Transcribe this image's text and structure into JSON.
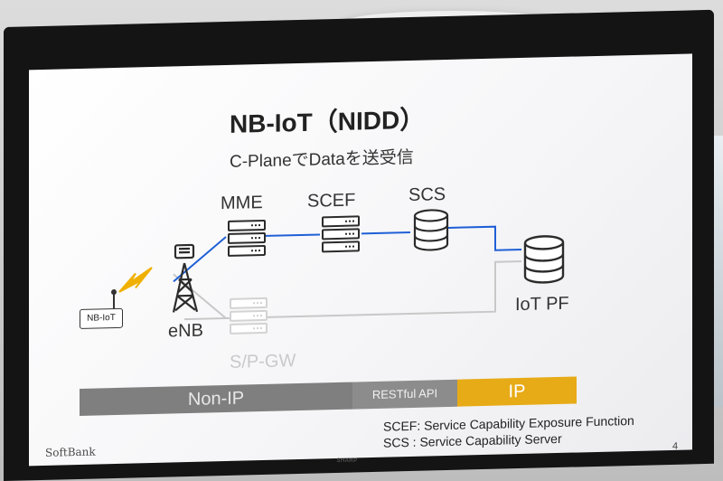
{
  "slide": {
    "title": "NB-IoT（NIDD）",
    "subtitle": "C-PlaneでDataを送受信",
    "nodes": {
      "mme": "MME",
      "scef": "SCEF",
      "scs": "SCS",
      "enb": "eNB",
      "iot_pf": "IoT PF",
      "spgw": "S/P-GW",
      "device": "NB-IoT"
    },
    "bars": {
      "non_ip": "Non-IP",
      "restful": "RESTful API",
      "ip": "IP"
    },
    "legend": {
      "scef": "SCEF: Service Capability Exposure Function",
      "scs": "SCS :  Service Capability Server"
    },
    "logo": "SoftBank",
    "page_number": "4"
  },
  "monitor": {
    "brand": "SHARP"
  },
  "colors": {
    "link_active": "#1f5fd6",
    "link_inactive": "#c8c8c8",
    "ip_bar": "#e7ab17",
    "non_ip_bar": "#7f7f7f",
    "lightning": "#f0b000"
  }
}
